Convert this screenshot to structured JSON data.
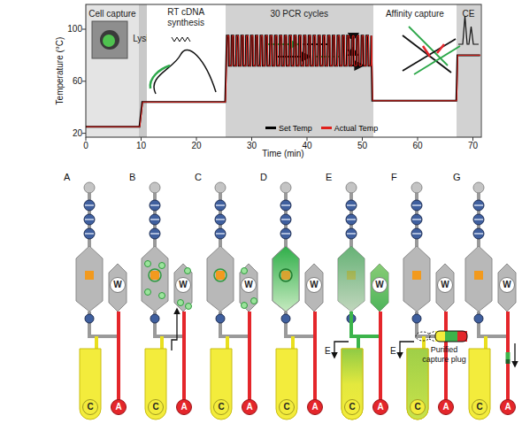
{
  "diagram": {
    "nodes": [
      {
        "text": [
          "Cell capture"
        ]
      },
      {
        "text": [
          "Lysis"
        ]
      },
      {
        "text": [
          "RT cDNA synthesis"
        ]
      },
      {
        "text": [
          "30 PCR cycles"
        ]
      },
      {
        "text": [
          "Affinity capture"
        ]
      },
      {
        "text": [
          "CE"
        ]
      },
      {
        "text": [
          "W"
        ]
      },
      {
        "text": [
          "C"
        ]
      },
      {
        "text": [
          "A"
        ]
      },
      {
        "text": [
          "W"
        ]
      },
      {
        "text": [
          "C"
        ]
      },
      {
        "text": [
          "A"
        ]
      },
      {
        "text": [
          "W"
        ]
      },
      {
        "text": [
          "C"
        ]
      },
      {
        "text": [
          "A"
        ]
      },
      {
        "text": [
          "W"
        ]
      },
      {
        "text": [
          "C"
        ]
      },
      {
        "text": [
          "A"
        ]
      },
      {
        "text": [
          "W"
        ]
      },
      {
        "text": [
          "C"
        ]
      },
      {
        "text": [
          "A"
        ]
      },
      {
        "text": [
          "W"
        ]
      },
      {
        "text": [
          "C"
        ]
      },
      {
        "text": [
          "A"
        ]
      },
      {
        "text": [
          "W"
        ]
      },
      {
        "text": [
          "C"
        ]
      },
      {
        "text": [
          "A"
        ]
      }
    ],
    "labels": [
      "20",
      "60",
      "100",
      "0",
      "10",
      "20",
      "30",
      "40",
      "50",
      "60",
      "70",
      "Temperature (°C)",
      "Time (min)",
      "A",
      "B",
      "C",
      "D",
      "E",
      "F",
      "G",
      "E",
      "E",
      "Purified capture plug"
    ],
    "legend": [
      {
        "text": "Set Temp",
        "color": "#000000"
      },
      {
        "text": "Actual Temp",
        "color": "#e0201b"
      }
    ]
  }
}
